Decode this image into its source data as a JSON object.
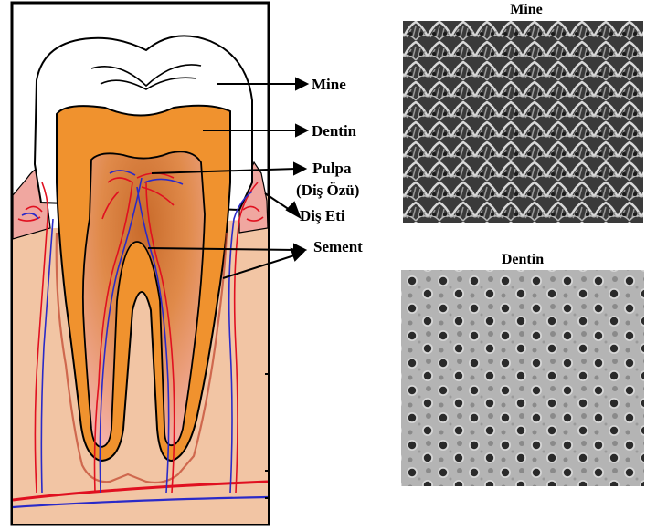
{
  "diagram": {
    "labels": {
      "mine": "Mine",
      "dentin": "Dentin",
      "pulpa": "Pulpa",
      "dis_ozu": "(Diş Özü)",
      "dis_eti": "Diş Eti",
      "sement": "Sement"
    }
  },
  "micrographs": {
    "mine_title": "Mine",
    "dentin_title": "Dentin"
  },
  "colors": {
    "enamel": "#ffffff",
    "dentin": "#f0922e",
    "pulp": "#f3a6a8",
    "gum": "#f2c5a4",
    "artery": "#e01020",
    "vein": "#2a2ac8",
    "frame": "#000000"
  }
}
